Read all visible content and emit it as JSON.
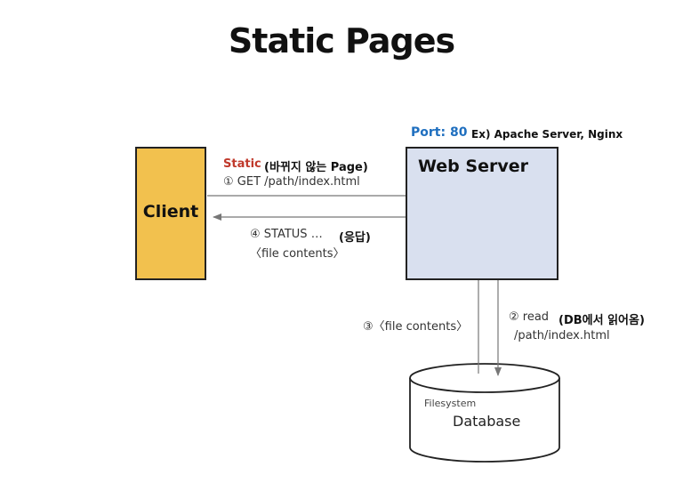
{
  "title": "Static Pages",
  "client": {
    "label": "Client",
    "color": "#f2c14e"
  },
  "server": {
    "label": "Web Server",
    "color": "#d9e0ef",
    "port": "Port: 80",
    "example": "Ex) Apache Server, Nginx"
  },
  "database": {
    "type_label": "Filesystem",
    "label": "Database"
  },
  "request": {
    "static_label": "Static",
    "static_desc": "(바뀌지 않는 Page)",
    "step1": "① GET /path/index.html"
  },
  "response": {
    "step4": "④ STATUS …",
    "step4_desc": "(응답)",
    "contents": "〈file contents〉"
  },
  "read": {
    "step2": "② read",
    "step2_desc": "(DB에서 읽어옴)",
    "path": "/path/index.html"
  },
  "file_return": {
    "step3": "③〈file contents〉"
  },
  "colors": {
    "accent_port": "#1f6fbf",
    "accent_static": "#c0392b",
    "arrow": "#777777"
  }
}
